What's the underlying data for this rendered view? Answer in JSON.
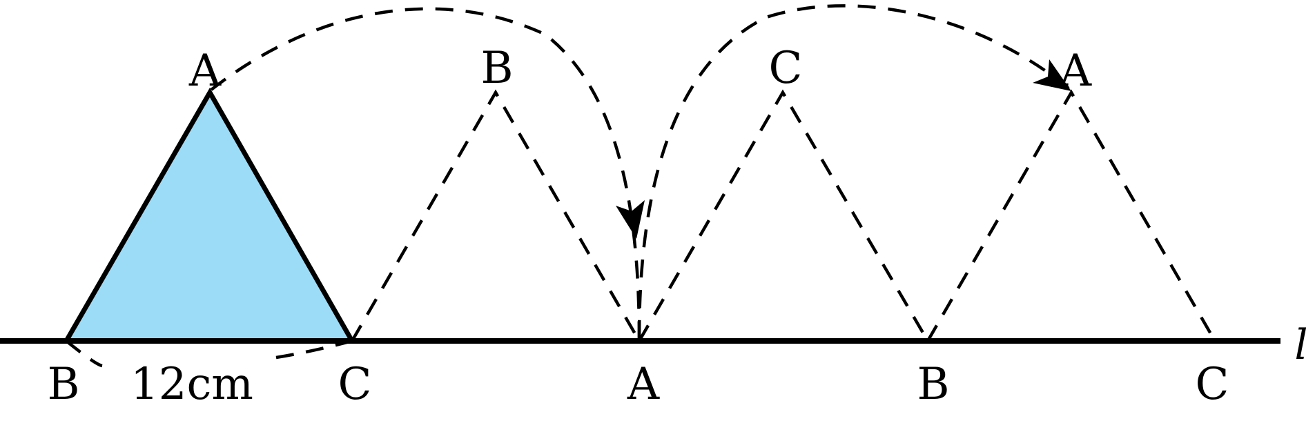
{
  "diagram": {
    "line_label": "l",
    "initial_triangle": {
      "top": "A",
      "bottom_left": "B",
      "bottom_right": "C",
      "fill": "#9ddcf7"
    },
    "side_length_label": "12cm",
    "top_labels": [
      "A",
      "B",
      "C",
      "A"
    ],
    "bottom_labels": [
      "A",
      "B",
      "C"
    ],
    "stroke_color": "#000000"
  }
}
